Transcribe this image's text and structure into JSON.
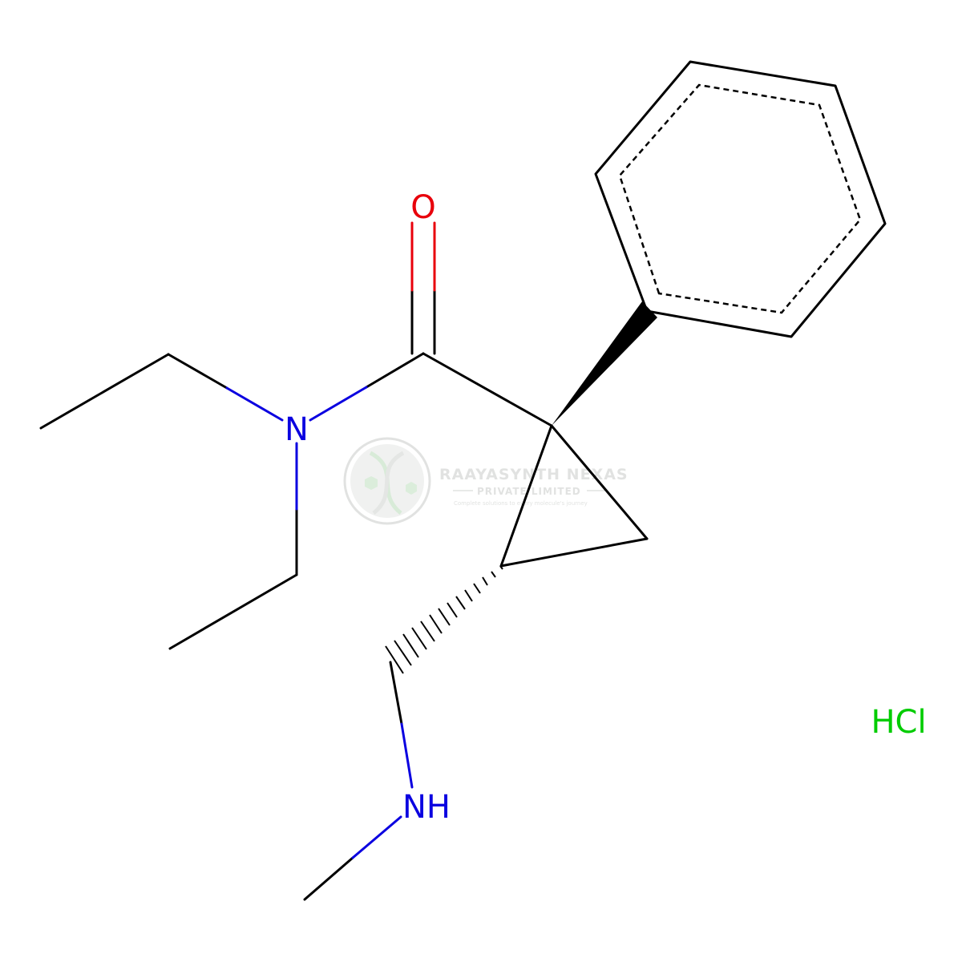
{
  "molecule": {
    "atoms": {
      "oxygen": "O",
      "amide_nitrogen": "N",
      "amine_nitrogen": "NH",
      "counterion": "HCl"
    },
    "colors": {
      "bond": "#000000",
      "oxygen": "#e8000b",
      "nitrogen": "#0b00e0",
      "chlorine": "#00cc00"
    }
  },
  "watermark": {
    "title": "RAAYASYNTH NEXAS",
    "subtitle": "PRIVATE LIMITED",
    "tagline": "Complete solutions to every molecule's journey",
    "color": "#c9ccc9"
  }
}
